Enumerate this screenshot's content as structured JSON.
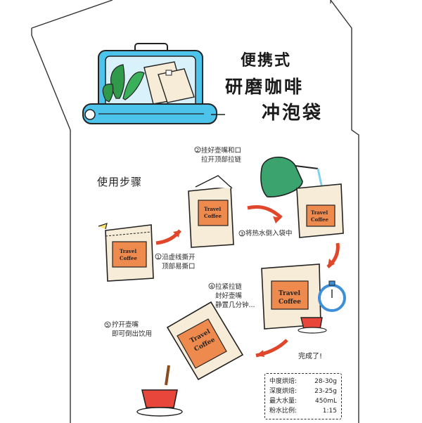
{
  "title": {
    "line1": "便携式",
    "line2": "研磨咖啡",
    "line3": "冲泡袋"
  },
  "steps_heading": "使用步骤",
  "brand": [
    "Travel",
    "Coffee"
  ],
  "steps": [
    {
      "num": "1",
      "text": "沿虚线撕开\n顶部易撕口"
    },
    {
      "num": "2",
      "text": "挂好壶嘴和口\n拉开顶部拉链"
    },
    {
      "num": "3",
      "text": "将热水倒入袋中"
    },
    {
      "num": "4",
      "text": "拉紧拉链\n封好壶嘴\n静置几分钟..."
    },
    {
      "num": "5",
      "text": "拧开壶嘴\n即可倒出饮用"
    }
  ],
  "done_text": "完成了!",
  "specs": [
    {
      "label": "中度烘焙:",
      "value": "28-30g"
    },
    {
      "label": "深度烘焙:",
      "value": "23-25g"
    },
    {
      "label": "最大水量:",
      "value": "450mL"
    },
    {
      "label": "粉水比例:",
      "value": "1:15"
    }
  ],
  "colors": {
    "outline": "#222222",
    "bag": "#f7ecd8",
    "label": "#ef8a4e",
    "suitcase": "#4cc3ea",
    "arrow": "#e0462a",
    "kettle": "#3aa36e",
    "cup": "#e8463b",
    "timer": "#3c8fd8"
  }
}
